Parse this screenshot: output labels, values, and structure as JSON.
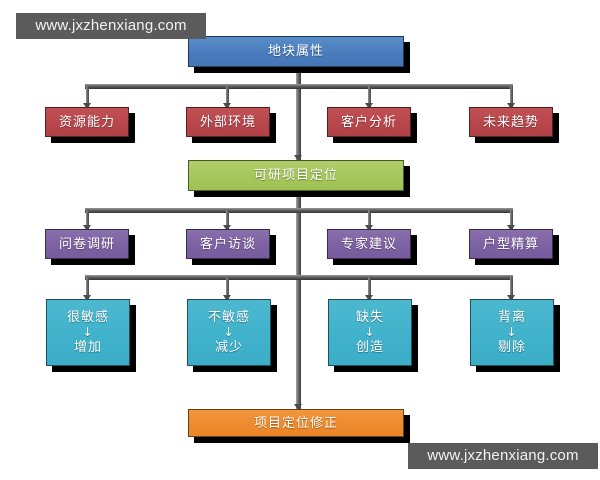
{
  "watermarks": {
    "top": "www.jxzhenxiang.com",
    "bottom": "www.jxzhenxiang.com"
  },
  "diagram": {
    "root": {
      "label": "地块属性",
      "color": "#4a7cbd"
    },
    "analysis_row": [
      {
        "label": "资源能力",
        "color": "#b8474c"
      },
      {
        "label": "外部环境",
        "color": "#b8474c"
      },
      {
        "label": "客户分析",
        "color": "#b8474c"
      },
      {
        "label": "未来趋势",
        "color": "#b8474c"
      }
    ],
    "positioning": {
      "label": "可研项目定位",
      "color": "#a5c75c"
    },
    "method_row": [
      {
        "label": "问卷调研",
        "color": "#7d62a3"
      },
      {
        "label": "客户访谈",
        "color": "#7d62a3"
      },
      {
        "label": "专家建议",
        "color": "#7d62a3"
      },
      {
        "label": "户型精算",
        "color": "#7d62a3"
      }
    ],
    "result_row": [
      {
        "top": "很敏感",
        "arrow": "↓",
        "bottom": "增加",
        "color": "#41b2cb"
      },
      {
        "top": "不敏感",
        "arrow": "↓",
        "bottom": "减少",
        "color": "#41b2cb"
      },
      {
        "top": "缺失",
        "arrow": "↓",
        "bottom": "创造",
        "color": "#41b2cb"
      },
      {
        "top": "背离",
        "arrow": "↓",
        "bottom": "剔除",
        "color": "#41b2cb"
      }
    ],
    "final": {
      "label": "项目定位修正",
      "color": "#ee8b2f"
    }
  }
}
